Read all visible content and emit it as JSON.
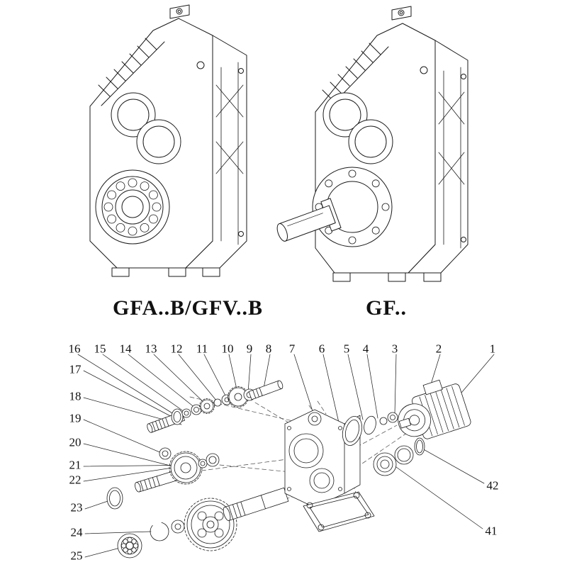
{
  "page": {
    "background": "#ffffff",
    "line_color": "#1a1a1a"
  },
  "models": [
    {
      "id": "gfab-gfvb",
      "label": "GFA..B/GFV..B"
    },
    {
      "id": "gf",
      "label": "GF.."
    }
  ],
  "exploded_view": {
    "callouts_top": [
      "16",
      "15",
      "14",
      "13",
      "12",
      "11",
      "10",
      "9",
      "8",
      "7",
      "6",
      "5",
      "4",
      "3",
      "2",
      "1"
    ],
    "callouts_left": [
      "17",
      "18",
      "19",
      "20",
      "21",
      "22",
      "23",
      "24",
      "25"
    ],
    "callouts_right": [
      "42",
      "41"
    ]
  }
}
